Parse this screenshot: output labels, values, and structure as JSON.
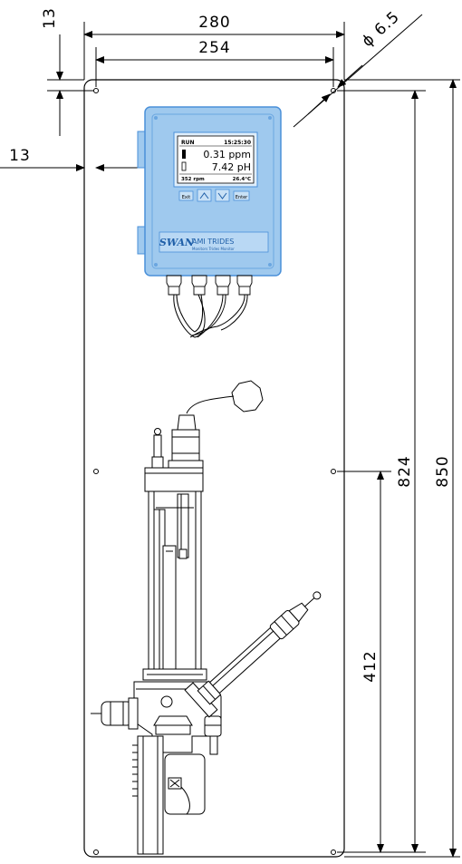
{
  "dimensions": {
    "top_margin": "13",
    "overall_width": "280",
    "hole_spacing_width": "254",
    "hole_diameter": "ϕ 6.5",
    "side_margin": "13",
    "hole_spacing_height": "824",
    "overall_height": "850",
    "lower_hole_height": "412"
  },
  "transmitter": {
    "screen": {
      "status": "RUN",
      "time": "15:25:30",
      "reading1": "0.31 ppm",
      "reading2": "7.42 pH",
      "flow": "352 rpm",
      "temperature": "26.4°C"
    },
    "buttons": {
      "exit": "Exit",
      "enter": "Enter"
    },
    "logo": "SWAN",
    "model": "AMI  TRIDES",
    "subtitle": "Monitors Trides Monitor"
  },
  "colors": {
    "line": "#000000",
    "transmitter_fill": "#9fc9ee",
    "transmitter_edge": "#4a90d9",
    "screen_bg": "#ffffff"
  }
}
